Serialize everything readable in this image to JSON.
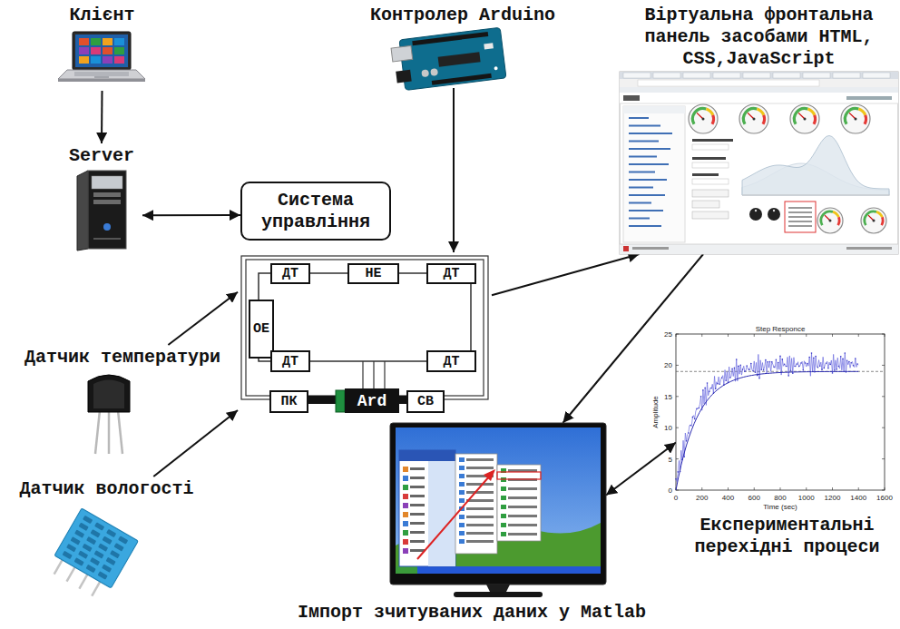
{
  "diagram": {
    "nodes": [
      {
        "text": [
          "Клієнт"
        ]
      },
      {
        "text": [
          "Контролер Arduino"
        ]
      },
      {
        "text": [
          "Віртуальна фронтальна панель засобами HTML, CSS,JavaScript"
        ]
      },
      {
        "text": [
          "Server"
        ]
      },
      {
        "text": [
          "Система управління"
        ]
      },
      {
        "text": []
      },
      {
        "text": [
          "ДТ"
        ],
        "in": 5
      },
      {
        "text": [
          "НЕ"
        ],
        "in": 5
      },
      {
        "text": [
          "ДТ"
        ],
        "in": 5
      },
      {
        "text": [
          "ОЕ"
        ],
        "in": 5
      },
      {
        "text": [
          "ДТ"
        ],
        "in": 5
      },
      {
        "text": [
          "ДТ"
        ],
        "in": 5
      },
      {
        "text": [
          "ПК"
        ],
        "in": 5
      },
      {
        "text": [
          "Ard"
        ],
        "in": 5
      },
      {
        "text": [
          "СВ"
        ],
        "in": 5
      },
      {
        "text": [
          "Датчик температури"
        ]
      },
      {
        "text": [
          "Експериментальні перехідні процеси"
        ]
      },
      {
        "text": [
          "Датчик вологості"
        ]
      },
      {
        "text": [
          "Імпорт зчитуваних даних у Matlab"
        ]
      }
    ],
    "edges": [
      {
        "from": 0,
        "to": 3,
        "arrow": "to"
      },
      {
        "from": 3,
        "to": 4,
        "arrow": "both"
      },
      {
        "from": 1,
        "to": 5,
        "arrow": "to"
      },
      {
        "from": 5,
        "to": 2,
        "arrow": "to"
      },
      {
        "from": 15,
        "to": 5,
        "arrow": "to"
      },
      {
        "from": 17,
        "to": 5,
        "arrow": "to"
      },
      {
        "from": 2,
        "to": 18,
        "arrow": "to"
      },
      {
        "from": 16,
        "to": 18,
        "arrow": "both"
      }
    ],
    "labels": [
      "Step Responce",
      "25",
      "20",
      "15",
      "10",
      "5",
      "0",
      "Amplitude",
      "0",
      "200",
      "400",
      "600",
      "800",
      "1000",
      "1200",
      "1400",
      "1600",
      "Time (sec)"
    ]
  }
}
